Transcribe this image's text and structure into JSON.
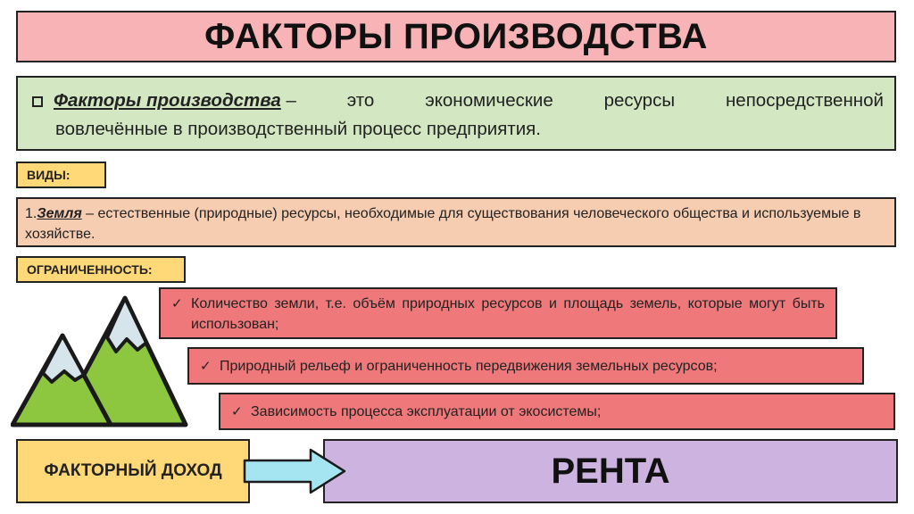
{
  "title": "ФАКТОРЫ ПРОИЗВОДСТВА",
  "definition": {
    "term": "Факторы производства",
    "dash": "–",
    "line1_words": [
      "это",
      "экономические",
      "ресурсы",
      "непосредственной"
    ],
    "line2": "вовлечённые в производственный процесс предприятия."
  },
  "kinds_label": "ВИДЫ:",
  "land": {
    "number": "1.",
    "term": "Земля",
    "text": " – естественные (природные) ресурсы, необходимые для существования человеческого общества и используемые в хозяйстве."
  },
  "limit_label": "ОГРАНИЧЕННОСТЬ:",
  "check_symbol": "✓",
  "limits": [
    "Количество земли, т.е. объём природных ресурсов и площадь земель, которые могут быть использован;",
    "Природный рельеф и ограниченность передвижения земельных ресурсов;",
    "Зависимость процесса эксплуатации от экосистемы;"
  ],
  "factor_income": "ФАКТОРНЫЙ ДОХОД",
  "rent": "РЕНТА",
  "colors": {
    "title_bg": "#f7b3b5",
    "definition_bg": "#d3e8c2",
    "label_bg": "#ffd878",
    "land_bg": "#f7cdb1",
    "limit_bg": "#ef787a",
    "rent_bg": "#cdb3e0",
    "arrow_fill": "#a5e5f2",
    "mountain_green": "#8dc63f",
    "mountain_snow": "#d6e4ec"
  }
}
